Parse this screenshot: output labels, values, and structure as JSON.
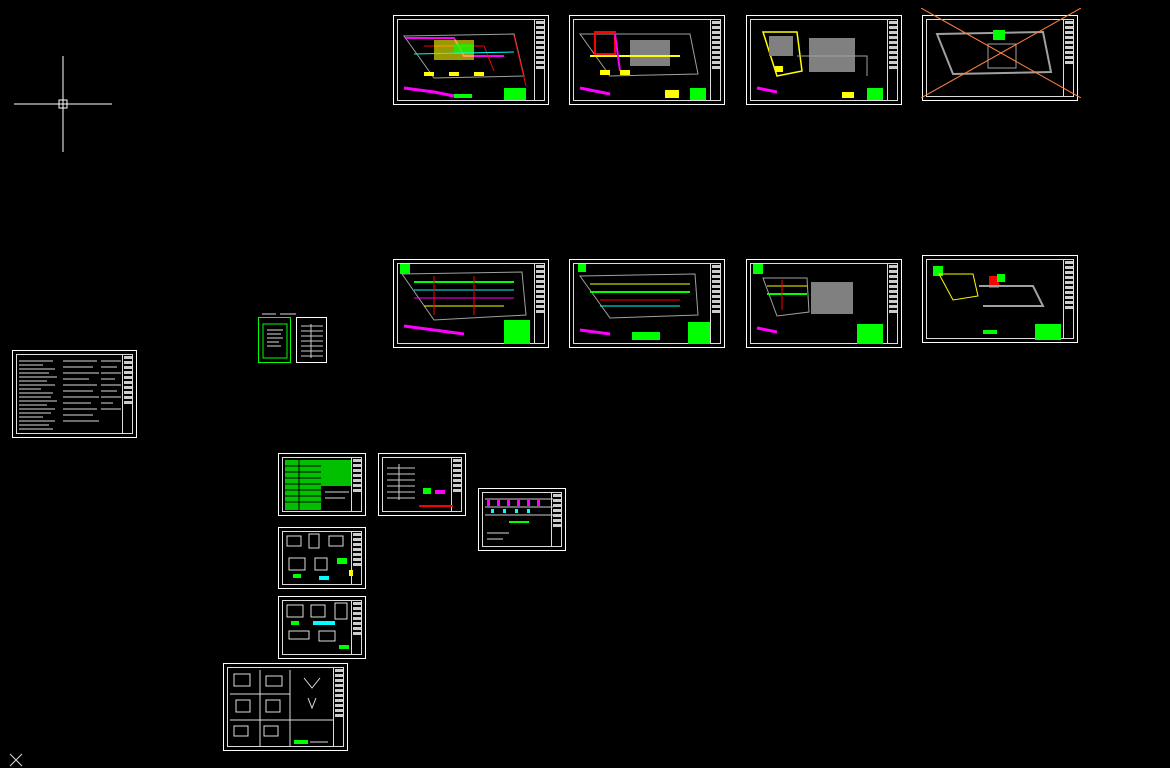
{
  "app": {
    "title": "",
    "background": "#000000"
  },
  "colors": {
    "frame": "#ffffff",
    "green": "#00ff00",
    "yellow": "#ffff00",
    "red": "#ff0000",
    "magenta": "#ff00ff",
    "cyan": "#00ffff",
    "gray": "#a0a0a0",
    "cross": "#ff8040"
  },
  "cursor": {
    "icon": "crosshair-icon"
  },
  "ucs": {
    "icon": "ucs-icon"
  },
  "sheets": [
    {
      "id": "plan-top-1",
      "kind": "floor-plan",
      "color_scheme": "full"
    },
    {
      "id": "plan-top-2",
      "kind": "floor-plan",
      "color_scheme": "full"
    },
    {
      "id": "plan-top-3",
      "kind": "floor-plan",
      "color_scheme": "gray-block"
    },
    {
      "id": "plan-top-4",
      "kind": "floor-plan",
      "crossed_out": true
    },
    {
      "id": "plan-mid-1",
      "kind": "floor-plan",
      "color_scheme": "full"
    },
    {
      "id": "plan-mid-2",
      "kind": "floor-plan",
      "color_scheme": "full"
    },
    {
      "id": "plan-mid-3",
      "kind": "floor-plan",
      "color_scheme": "gray-block"
    },
    {
      "id": "plan-mid-4",
      "kind": "floor-plan",
      "color_scheme": "sparse"
    },
    {
      "id": "notes-sheet",
      "kind": "text"
    },
    {
      "id": "cover-sheet",
      "kind": "cover"
    },
    {
      "id": "index-sheet",
      "kind": "table"
    },
    {
      "id": "legend-sheet",
      "kind": "table-green"
    },
    {
      "id": "schedule-sheet",
      "kind": "table"
    },
    {
      "id": "system-sheet",
      "kind": "diagram"
    },
    {
      "id": "detail-sheet-1",
      "kind": "details"
    },
    {
      "id": "detail-sheet-2",
      "kind": "details"
    },
    {
      "id": "detail-sheet-3",
      "kind": "details"
    }
  ]
}
